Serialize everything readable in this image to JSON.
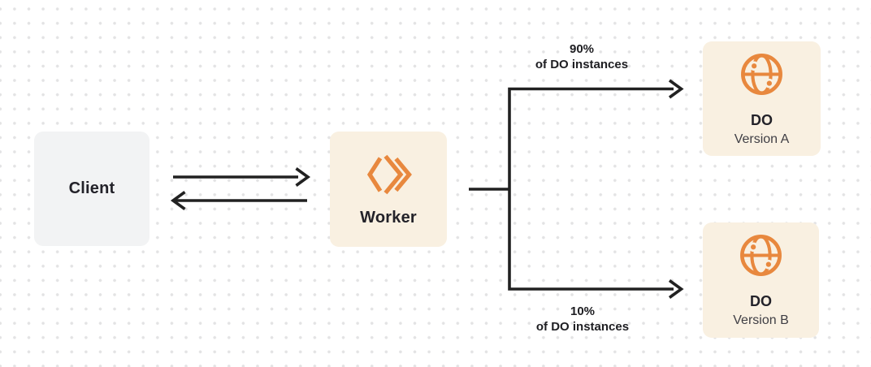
{
  "diagram": {
    "nodes": {
      "client": {
        "label": "Client"
      },
      "worker": {
        "label": "Worker"
      },
      "do_version_a": {
        "title": "DO",
        "subtitle": "Version A"
      },
      "do_version_b": {
        "title": "DO",
        "subtitle": "Version B"
      }
    },
    "edges": {
      "client_to_worker": {
        "type": "arrow-right"
      },
      "worker_to_client": {
        "type": "arrow-left"
      },
      "split_a": {
        "percent": "90%",
        "caption": "of DO instances"
      },
      "split_b": {
        "percent": "10%",
        "caption": "of DO instances"
      }
    },
    "icons": {
      "worker": "workers-chevrons-icon",
      "durable_object": "globe-icon"
    },
    "colors": {
      "background": "#FFFFFF",
      "dot_grid": "#E3E3E4",
      "line_dark": "#212121",
      "gray_box": "#F2F3F4",
      "cream_box": "#F9F0E1",
      "accent_orange": "#E8883E",
      "text_dark": "#232229",
      "text_subtitle": "#3F3E44"
    }
  }
}
